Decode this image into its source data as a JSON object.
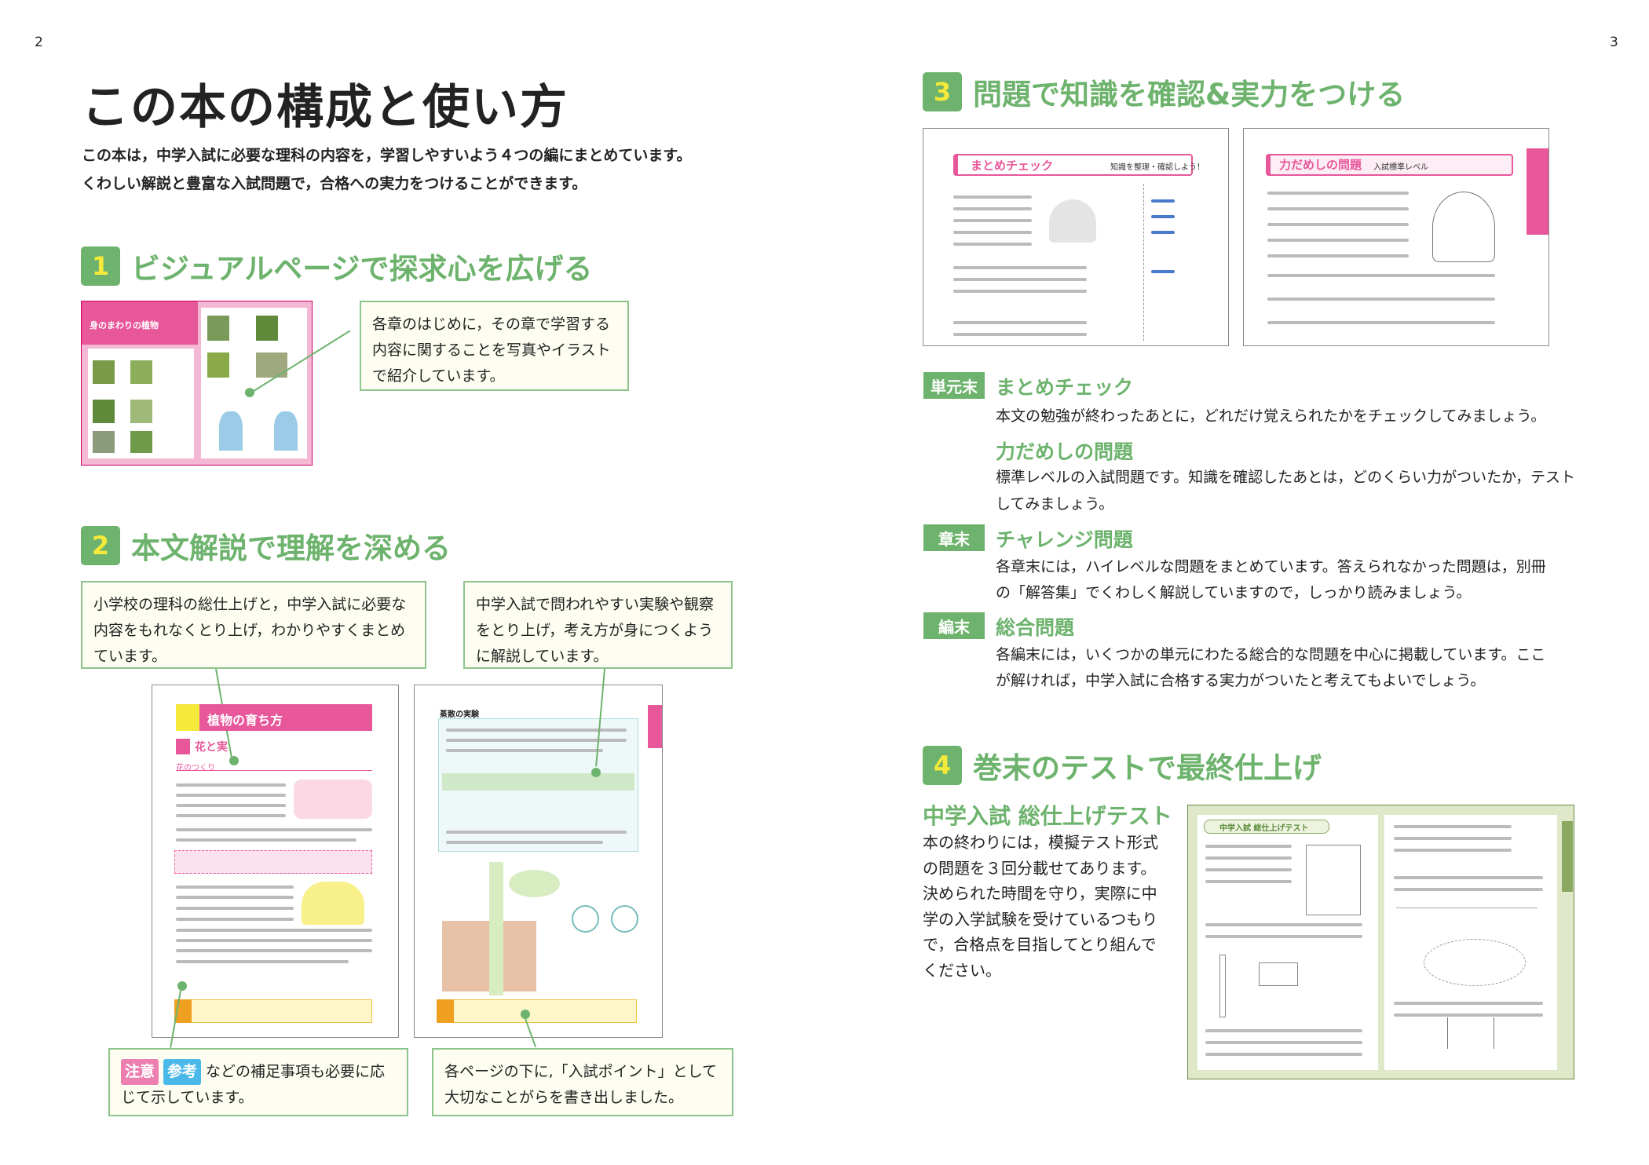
{
  "page_numbers": {
    "left": "2",
    "right": "3"
  },
  "title": "この本の構成と使い方",
  "intro": [
    "この本は，中学入試に必要な理科の内容を，学習しやすいよう４つの編にまとめています。",
    "くわしい解説と豊富な入試問題で，合格への実力をつけることができます。"
  ],
  "colors": {
    "accent_green": "#6db36d",
    "pink": "#e8579a",
    "number_yellow": "#f5e93a",
    "callout_bg": "#fdfdf1"
  },
  "sections": [
    {
      "number": "1",
      "heading": "ビジュアルページで探求心を広げる",
      "callout": "各章のはじめに，その章で学習する内容に関することを写真やイラストで紹介しています。",
      "thumb": {
        "title": "身のまわりの植物"
      }
    },
    {
      "number": "2",
      "heading": "本文解説で理解を深める",
      "callouts": [
        "小学校の理科の総仕上げと，中学入試に必要な内容をもれなくとり上げ，わかりやすくまとめています。",
        "中学入試で問われやすい実験や観察をとり上げ，考え方が身につくように解説しています。"
      ],
      "note_tags": [
        "注意",
        "参考"
      ],
      "bottom_callouts": [
        "などの補足事項も必要に応じて示しています。",
        "各ページの下に,「入試ポイント」として大切なことがらを書き出しました。"
      ],
      "thumbs": [
        {
          "chapter": "植物の育ち方",
          "section": "花と実",
          "sub": "花のつくり"
        },
        {
          "heading": "蒸散の実験"
        }
      ]
    },
    {
      "number": "3",
      "heading": "問題で知識を確認&実力をつける",
      "thumbs": [
        {
          "title": "まとめチェック",
          "note": "知識を整理・確認しよう！"
        },
        {
          "title": "力だめしの問題",
          "note": "入試標準レベル"
        }
      ],
      "items": [
        {
          "badge": "単元末",
          "heading": "まとめチェック",
          "text": [
            "本文の勉強が終わったあとに，どれだけ覚えられたかをチェックしてみましょう。"
          ]
        },
        {
          "badge": "",
          "heading": "力だめしの問題",
          "text": [
            "標準レベルの入試問題です。知識を確認したあとは，どのくらい力がついたか，テスト",
            "してみましょう。"
          ]
        },
        {
          "badge": "章末",
          "heading": "チャレンジ問題",
          "text": [
            "各章末には，ハイレベルな問題をまとめています。答えられなかった問題は，別冊",
            "の「解答集」でくわしく解説していますので，しっかり読みましょう。"
          ]
        },
        {
          "badge": "編末",
          "heading": "総合問題",
          "text": [
            "各編末には，いくつかの単元にわたる総合的な問題を中心に掲載しています。ここ",
            "が解ければ，中学入試に合格する実力がついたと考えてもよいでしょう。"
          ]
        }
      ]
    },
    {
      "number": "4",
      "heading": "巻末のテストで最終仕上げ",
      "subheading": "中学入試 総仕上げテスト",
      "text": [
        "本の終わりには，模擬テスト形式",
        "の問題を３回分載せてあります。",
        "決められた時間を守り，実際に中",
        "学の入学試験を受けているつもり",
        "で，合格点を目指してとり組んで",
        "ください。"
      ],
      "thumb": {
        "title": "中学入試 総仕上げテスト"
      }
    }
  ]
}
